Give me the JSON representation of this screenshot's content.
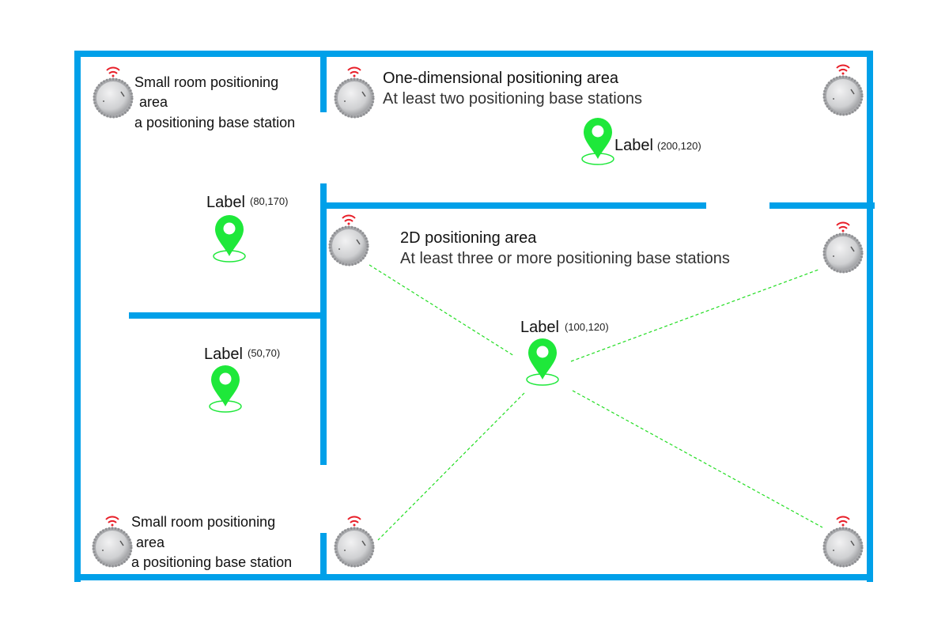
{
  "colors": {
    "wall": "#00a0e9",
    "pin": "#1ee83a",
    "signal": "#e8202a",
    "station": "#c8c9cb"
  },
  "areas": {
    "small_room_top": {
      "line1": "Small room positioning",
      "line2": "area",
      "line3": "a positioning base station"
    },
    "small_room_bottom": {
      "line1": "Small room positioning",
      "line2": "area",
      "line3": "a positioning base station"
    },
    "one_dimensional": {
      "title": "One-dimensional positioning area",
      "subtitle": "At least two positioning base stations"
    },
    "two_dimensional": {
      "title": "2D positioning area",
      "subtitle": "At least three or more positioning base stations"
    }
  },
  "tags": [
    {
      "label": "Label",
      "coord": "(200,120)"
    },
    {
      "label": "Label",
      "coord": "(80,170)"
    },
    {
      "label": "Label",
      "coord": "(50,70)"
    },
    {
      "label": "Label",
      "coord": "(100,120)"
    }
  ],
  "icons": {
    "station": "base-station-icon",
    "signal": "wifi-signal-icon",
    "tag": "location-pin-icon"
  }
}
